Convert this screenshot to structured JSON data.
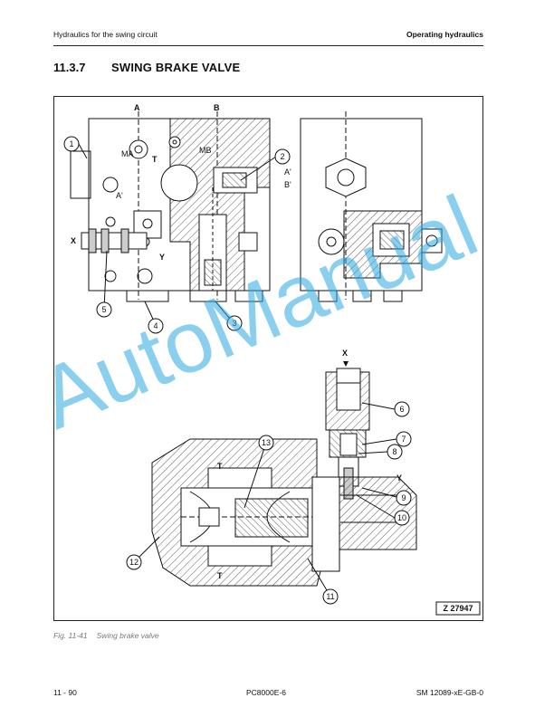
{
  "header": {
    "left": "Hydraulics for the swing circuit",
    "right": "Operating hydraulics"
  },
  "section": {
    "number": "11.3.7",
    "title": "SWING BRAKE VALVE"
  },
  "figure": {
    "port_labels": {
      "a": "A",
      "b": "B",
      "ma": "MA",
      "mb": "MB",
      "t": "T",
      "a_prime": "A'",
      "a_prime_right": "A'",
      "b_prime_right": "B'",
      "x": "X",
      "y": "Y",
      "x_lower": "X",
      "y_lower": "Y",
      "t_lower_top": "T",
      "t_lower_bottom": "T"
    },
    "callouts": [
      "1",
      "2",
      "3",
      "4",
      "5",
      "6",
      "7",
      "8",
      "9",
      "10",
      "11",
      "12",
      "13"
    ],
    "ref_code": "Z 27947"
  },
  "caption": {
    "number": "Fig. 11-41",
    "text": "Swing brake valve"
  },
  "footer": {
    "page": "11 - 90",
    "model": "PC8000E-6",
    "doc": "SM 12089-xE-GB-0"
  },
  "watermark": {
    "text": "AutoManual",
    "color": "#2ba8e0"
  }
}
